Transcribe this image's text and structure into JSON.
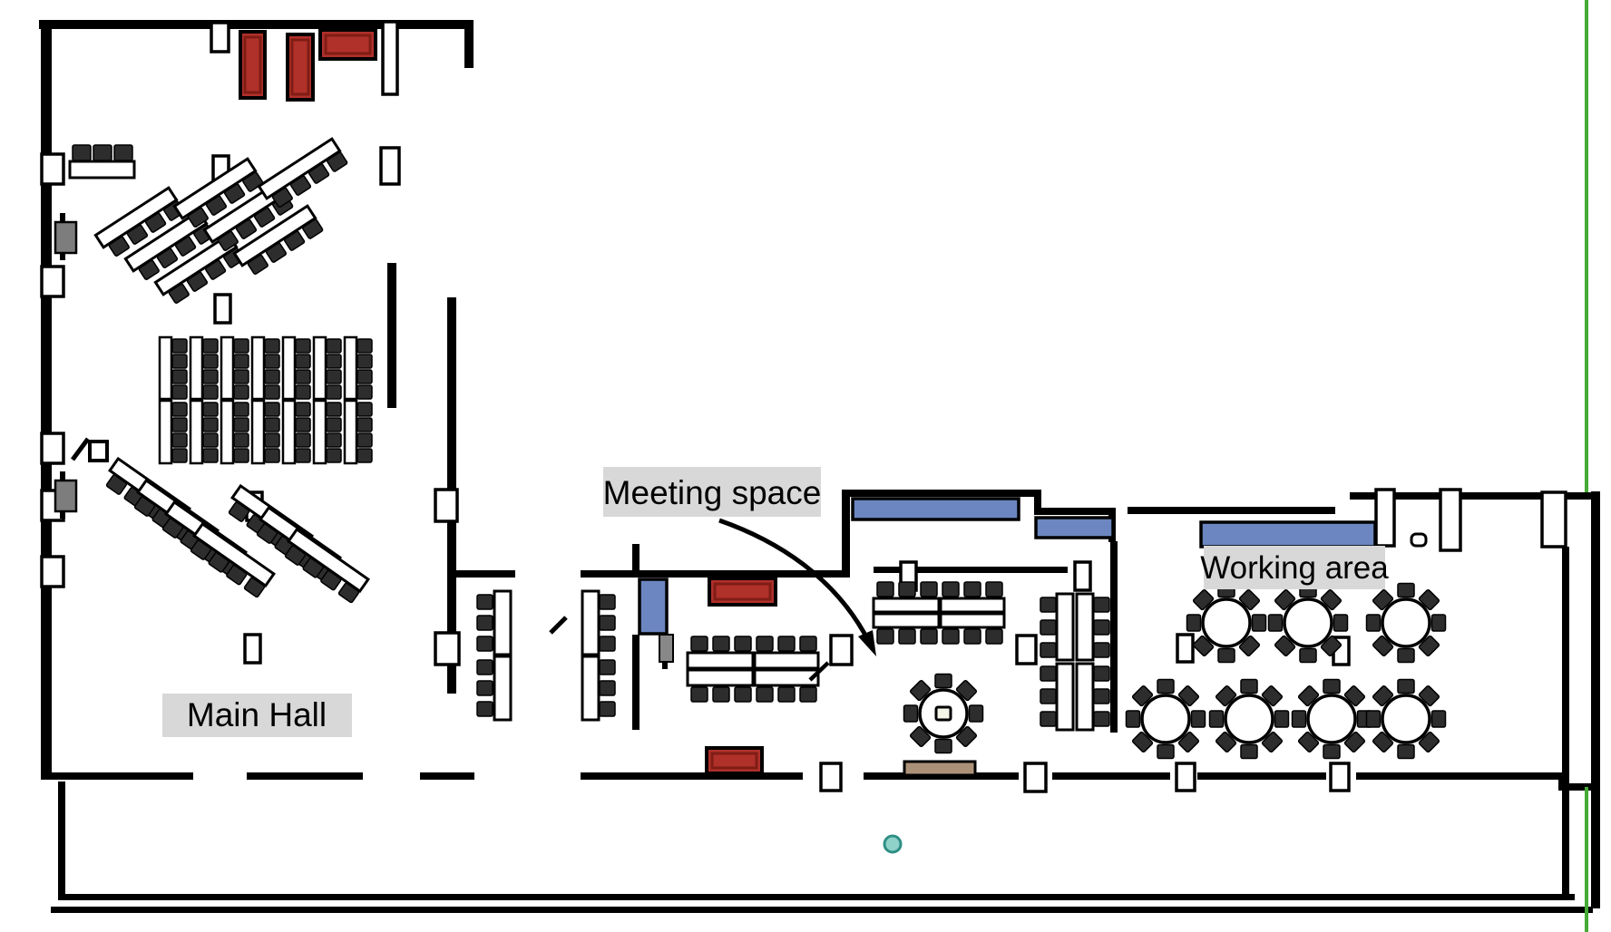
{
  "labels": {
    "main_hall": "Main Hall",
    "meeting_space": "Meeting space",
    "working_area": "Working area"
  },
  "colors": {
    "background": "#ffffff",
    "wall": "#000000",
    "table_fill": "#ffffff",
    "chair": "#2d2d2d",
    "red_furniture": "#b0302a",
    "red_furniture_inner": "#7f1d15",
    "blue_furniture": "#6b86c0",
    "label_background": "#d8d8d8",
    "label_text": "#000000",
    "tan_bench": "#ac9179",
    "teal_marker_fill": "#8fd2c9",
    "teal_marker_border": "#2f8f85",
    "green_boundary": "#44ab33",
    "podium_gray": "#7d7d7d"
  },
  "areas": [
    {
      "name": "Main Hall",
      "furniture": "2 fanned groups of 7 angled banquet rows, 7 straight double-table columns with chairs, reception table with 3 chairs, 3 red service tables, 2 wall podiums"
    },
    {
      "name": "Meeting space",
      "furniture": "paired long tables with chairs on both sides, 1 round table with 8 chairs, 2 red tables, blue presentation boards, tan bench"
    },
    {
      "name": "Working area",
      "furniture": "7 round tables with 8 chairs each (3 top row, 4 bottom row), long blue counter"
    }
  ],
  "annotations": {
    "arrow": "curved pointer from the Meeting space label into the meeting area",
    "teal_dot": "small teal circular marker in the lower corridor"
  }
}
